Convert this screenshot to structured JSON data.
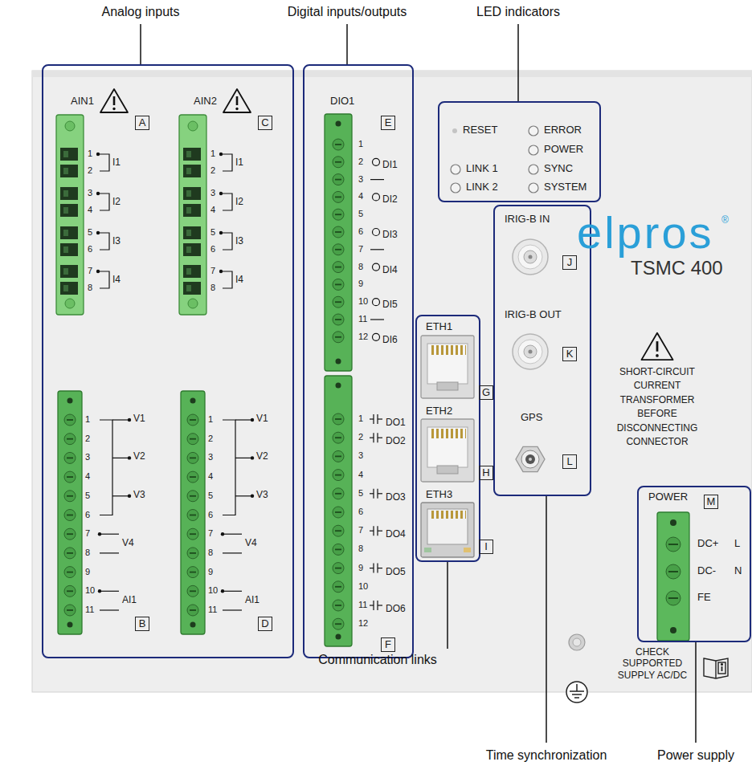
{
  "diagram": {
    "nodes": [
      {
        "text": [
          "Analog inputs"
        ]
      },
      {
        "text": [
          "Digital inputs/outputs"
        ]
      },
      {
        "text": [
          "LED indicators"
        ]
      },
      {
        "text": [
          "Communication links"
        ]
      },
      {
        "text": [
          "Time synchronization"
        ]
      },
      {
        "text": [
          "Power supply"
        ]
      },
      {
        "text": [
          "A"
        ],
        "in": 0
      },
      {
        "text": [
          "B"
        ],
        "in": 0
      },
      {
        "text": [
          "C"
        ],
        "in": 0
      },
      {
        "text": [
          "D"
        ],
        "in": 0
      },
      {
        "text": [
          "E"
        ],
        "in": 1
      },
      {
        "text": [
          "F"
        ],
        "in": 1
      },
      {
        "text": [
          "G"
        ],
        "in": 3
      },
      {
        "text": [
          "H"
        ],
        "in": 3
      },
      {
        "text": [
          "I"
        ],
        "in": 3
      },
      {
        "text": [
          "J"
        ],
        "in": 4
      },
      {
        "text": [
          "K"
        ],
        "in": 4
      },
      {
        "text": [
          "L"
        ],
        "in": 4
      },
      {
        "text": [
          "M"
        ],
        "in": 5
      }
    ],
    "labels": [
      "AIN1",
      "1",
      "2",
      "3",
      "4",
      "5",
      "6",
      "7",
      "8",
      "I1",
      "I2",
      "I3",
      "I4",
      "1",
      "2",
      "3",
      "4",
      "5",
      "6",
      "7",
      "8",
      "9",
      "10",
      "11",
      "V1",
      "V2",
      "V3",
      "V4",
      "AI1",
      "AIN2",
      "1",
      "2",
      "3",
      "4",
      "5",
      "6",
      "7",
      "8",
      "I1",
      "I2",
      "I3",
      "I4",
      "1",
      "2",
      "3",
      "4",
      "5",
      "6",
      "7",
      "8",
      "9",
      "10",
      "11",
      "V1",
      "V2",
      "V3",
      "V4",
      "AI1",
      "DIO1",
      "1",
      "2",
      "3",
      "4",
      "5",
      "6",
      "7",
      "8",
      "9",
      "10",
      "11",
      "12",
      "DI1",
      "DI2",
      "DI3",
      "DI4",
      "DI5",
      "DI6",
      "1",
      "2",
      "3",
      "4",
      "5",
      "6",
      "7",
      "8",
      "9",
      "10",
      "11",
      "12",
      "DO1",
      "DO2",
      "DO3",
      "DO4",
      "DO5",
      "DO6",
      "RESET",
      "ERROR",
      "POWER",
      "LINK 1",
      "SYNC",
      "LINK 2",
      "SYSTEM",
      "IRIG-B IN",
      "IRIG-B OUT",
      "GPS",
      "ETH1",
      "ETH2",
      "ETH3",
      "elpros",
      "®",
      "TSMC 400",
      "SHORT-CIRCUIT CURRENT TRANSFORMER BEFORE DISCONNECTING CONNECTOR",
      "POWER",
      "DC+",
      "L",
      "DC-",
      "N",
      "FE",
      "CHECK SUPPORTED SUPPLY AC/DC"
    ]
  }
}
